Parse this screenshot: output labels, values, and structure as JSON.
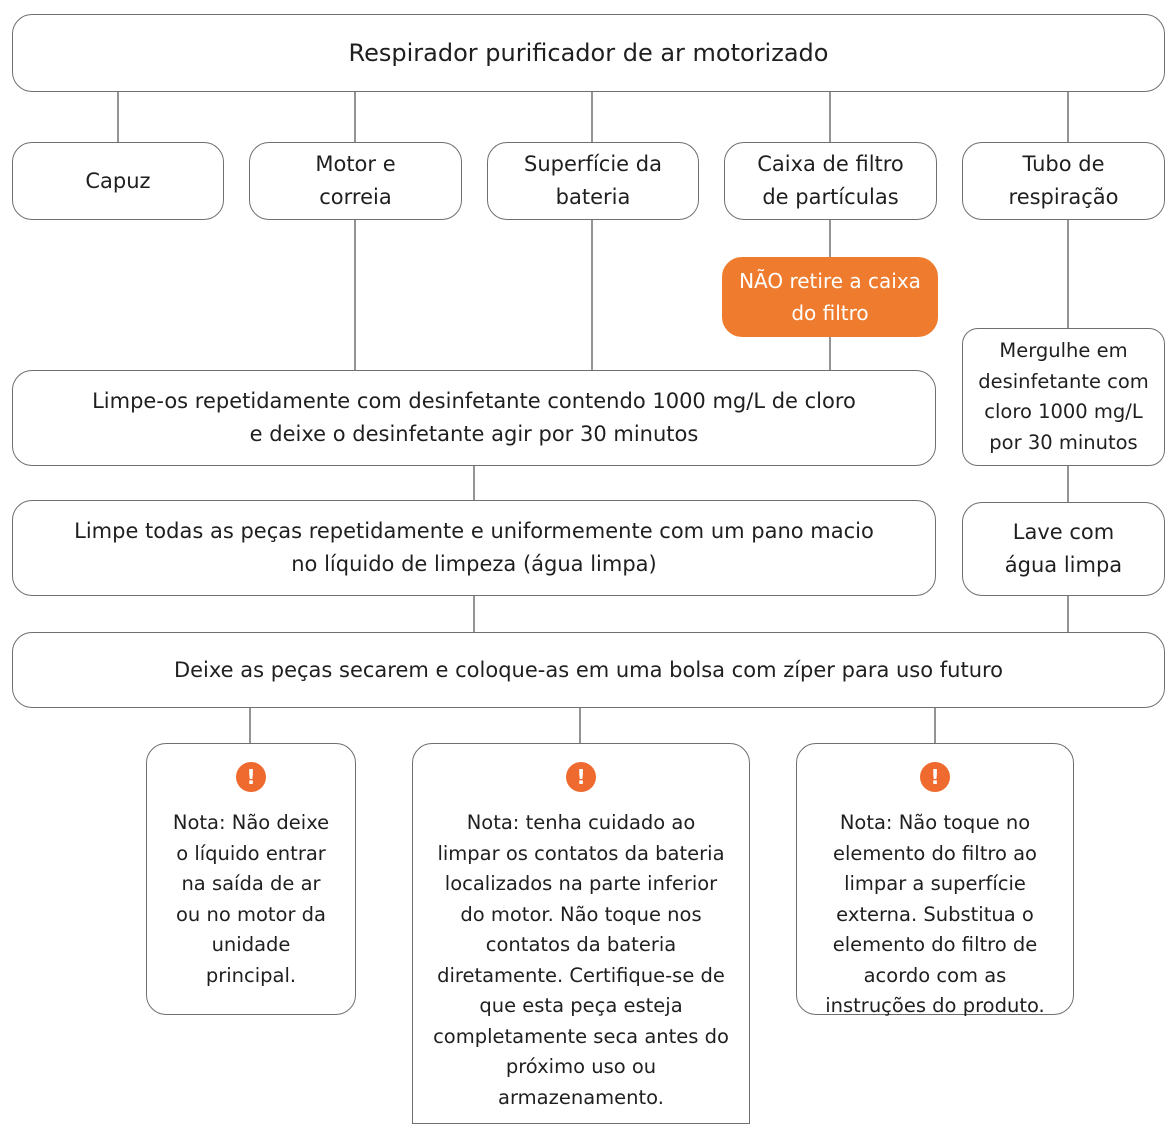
{
  "title": "Respirador purificador de ar motorizado",
  "components": {
    "hood": "Capuz",
    "motor_belt": "Motor e\ncorreia",
    "battery_surface": "Superfície da\nbateria",
    "filter_box": "Caixa de filtro\nde partículas",
    "breathing_tube": "Tubo de\nrespiração"
  },
  "warning": "NÃO retire a caixa\ndo filtro",
  "steps": {
    "disinfect": "Limpe-os repetidamente com desinfetante contendo 1000 mg/L de cloro\ne deixe o desinfetante agir por 30 minutos",
    "immerse": "Mergulhe em\ndesinfetante com\ncloro 1000 mg/L\npor 30 minutos",
    "wipe": "Limpe todas as peças repetidamente e uniformemente com um pano macio\nno líquido de limpeza (água limpa)",
    "rinse": "Lave com\nágua limpa",
    "dry_store": "Deixe as peças secarem e coloque-as em uma bolsa com zíper para uso futuro"
  },
  "notes": [
    {
      "icon": "exclamation-icon",
      "text": "Nota: Não deixe\no líquido entrar\nna saída de ar\nou no motor da\nunidade\nprincipal."
    },
    {
      "icon": "exclamation-icon",
      "text": "Nota: tenha cuidado ao\nlimpar os contatos da bateria\nlocalizados na parte inferior\ndo motor. Não toque nos\ncontatos da bateria\ndiretamente. Certifique-se de\nque esta peça esteja\ncompletamente seca antes do\npróximo uso ou\narmazenamento."
    },
    {
      "icon": "exclamation-icon",
      "text": "Nota: Não toque no\nelemento do filtro ao\nlimpar a superfície\nexterna. Substitua o\nelemento do filtro de\nacordo com as\ninstruções do produto."
    }
  ],
  "colors": {
    "warning": "#ef7c2e",
    "border": "#6f6f6f",
    "icon": "#ef6a2e"
  }
}
